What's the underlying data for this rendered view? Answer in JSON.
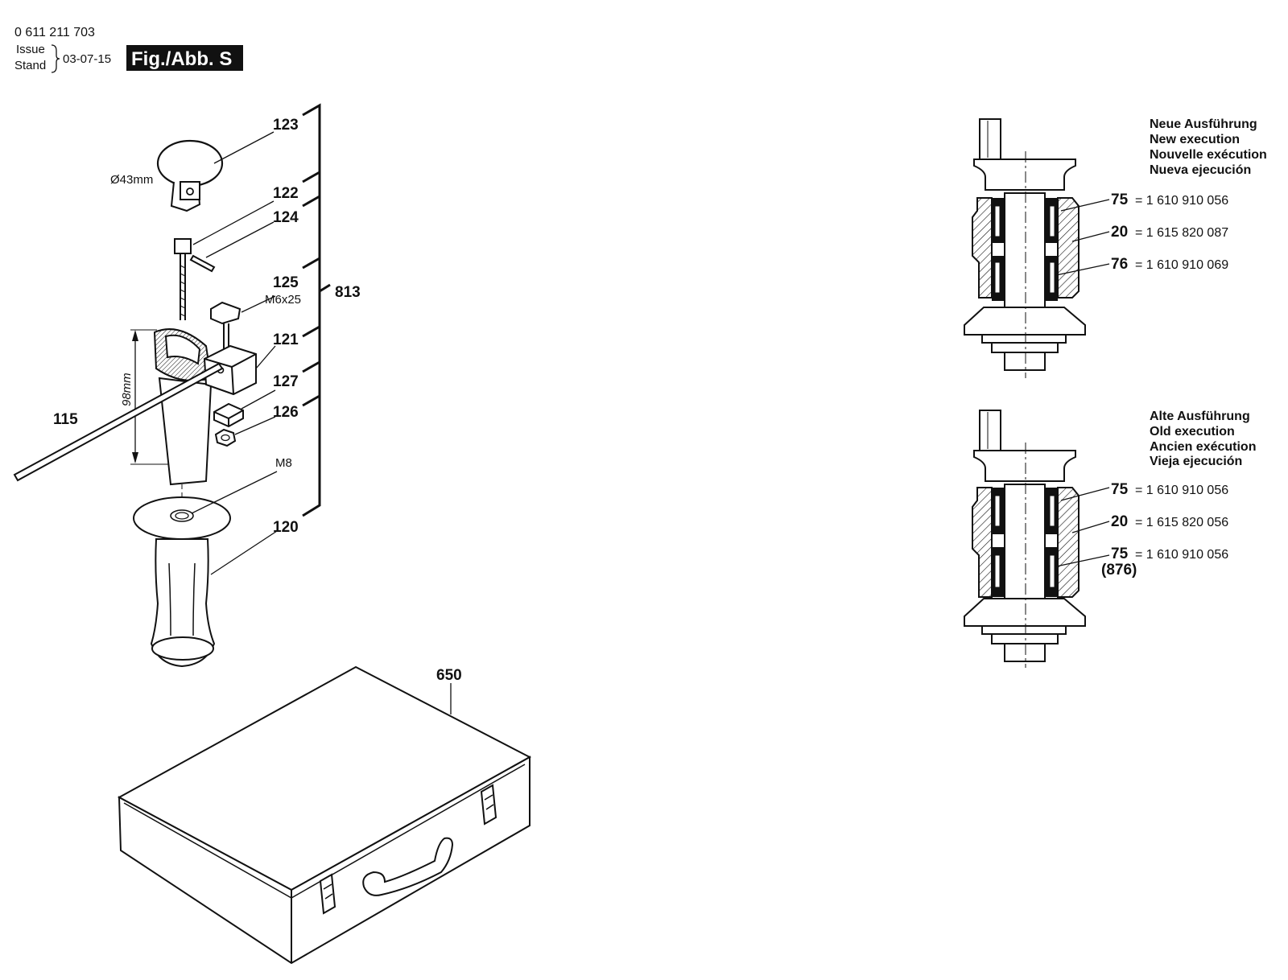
{
  "header": {
    "doc_number": "0 611 211 703",
    "issue_label": "Issue",
    "stand_label": "Stand",
    "date": "03-07-15",
    "figure_label": "Fig./Abb. S"
  },
  "left_parts": {
    "p123": "123",
    "dia": "Ø43mm",
    "p122": "122",
    "p124": "124",
    "p125": "125",
    "m6x25": "M6x25",
    "p813": "813",
    "p121": "121",
    "p127": "127",
    "p126": "126",
    "p115": "115",
    "m8": "M8",
    "p120": "120",
    "len98": "98mm",
    "p650": "650"
  },
  "new_execution": {
    "lines": [
      "Neue Ausführung",
      "New execution",
      "Nouvelle exécution",
      "Nueva ejecución"
    ],
    "parts": [
      {
        "num": "75",
        "eq": "= 1 610 910 056"
      },
      {
        "num": "20",
        "eq": "= 1 615 820 087"
      },
      {
        "num": "76",
        "eq": "= 1 610 910 069"
      }
    ]
  },
  "old_execution": {
    "lines": [
      "Alte Ausführung",
      "Old execution",
      "Ancien exécution",
      "Vieja ejecución"
    ],
    "parts": [
      {
        "num": "75",
        "eq": "= 1 610 910 056"
      },
      {
        "num": "20",
        "eq": "= 1 615 820 056"
      },
      {
        "num": "75",
        "eq": "= 1 610 910 056"
      }
    ],
    "extra": "(876)"
  }
}
